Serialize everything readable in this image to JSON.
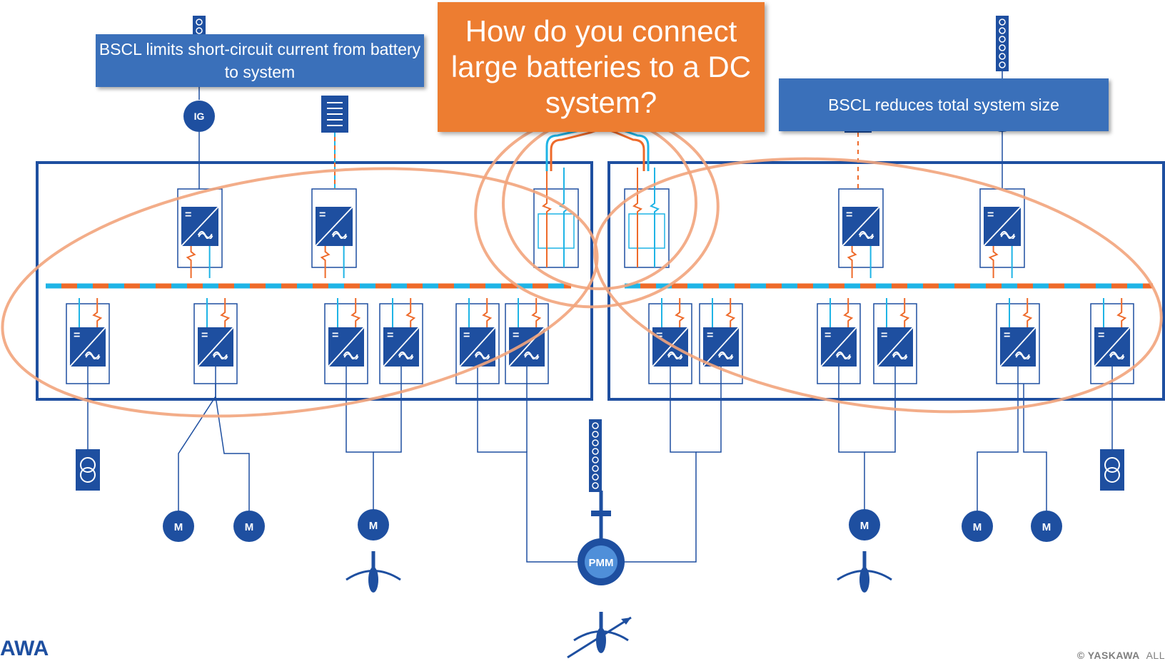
{
  "callouts": {
    "left": "BSCL limits short-circuit current from battery to system",
    "question": "How do you connect large batteries to a DC system?",
    "right": "BSCL reduces total system size"
  },
  "labels": {
    "ig": "IG",
    "motor": "M",
    "pmm": "PMM"
  },
  "footer": {
    "logo": "AWA",
    "copyright": "© YASKAWA",
    "copyright_suffix": "ALL"
  },
  "colors": {
    "primary_blue": "#1e4fa0",
    "callout_blue": "#3a70ba",
    "callout_orange": "#ed7d31",
    "cable_cyan": "#1fb4e6",
    "cable_orange": "#ee6a2a",
    "annotation_orange": "#f2a47c"
  }
}
